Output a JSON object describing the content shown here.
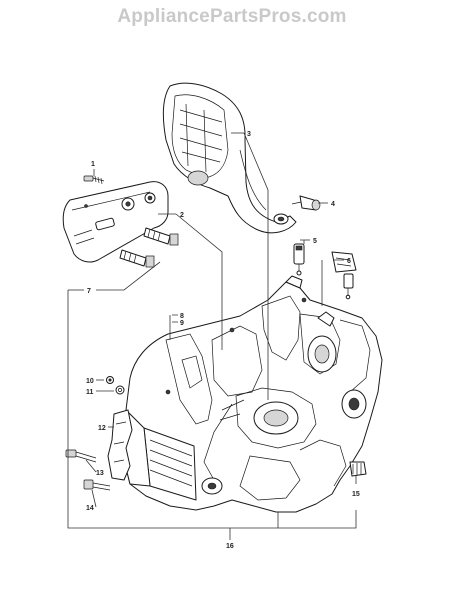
{
  "watermark": "AppliancePartsPros.com",
  "callouts": [
    {
      "id": "c1",
      "text": "1"
    },
    {
      "id": "c2",
      "text": "2"
    },
    {
      "id": "c3",
      "text": "3"
    },
    {
      "id": "c4",
      "text": "4"
    },
    {
      "id": "c5",
      "text": "5"
    },
    {
      "id": "c6",
      "text": "6"
    },
    {
      "id": "c7",
      "text": "7"
    },
    {
      "id": "c8",
      "text": "8"
    },
    {
      "id": "c9",
      "text": "9"
    },
    {
      "id": "c10",
      "text": "10"
    },
    {
      "id": "c11",
      "text": "11"
    },
    {
      "id": "c12",
      "text": "12"
    },
    {
      "id": "c13",
      "text": "13"
    },
    {
      "id": "c14",
      "text": "14"
    },
    {
      "id": "c15",
      "text": "15"
    },
    {
      "id": "c16",
      "text": "16"
    }
  ]
}
